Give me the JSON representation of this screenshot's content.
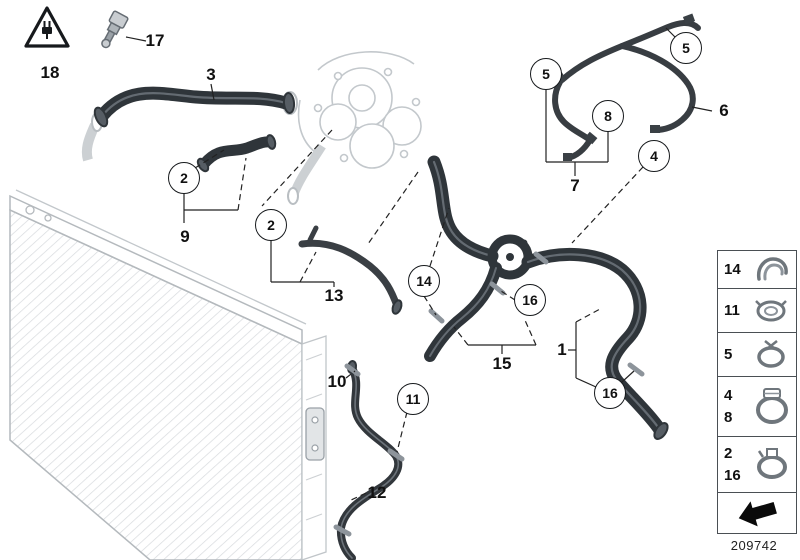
{
  "doc_number": "209742",
  "callouts": {
    "circled": [
      {
        "id": "5-top",
        "label": "5"
      },
      {
        "id": "5-mid",
        "label": "5"
      },
      {
        "id": "8",
        "label": "8"
      },
      {
        "id": "4",
        "label": "4"
      },
      {
        "id": "2-a",
        "label": "2"
      },
      {
        "id": "2-b",
        "label": "2"
      },
      {
        "id": "14",
        "label": "14"
      },
      {
        "id": "16-a",
        "label": "16"
      },
      {
        "id": "11",
        "label": "11"
      },
      {
        "id": "16-b",
        "label": "16"
      }
    ],
    "plain": [
      {
        "id": "18",
        "label": "18"
      },
      {
        "id": "17",
        "label": "17"
      },
      {
        "id": "3",
        "label": "3"
      },
      {
        "id": "9",
        "label": "9"
      },
      {
        "id": "13",
        "label": "13"
      },
      {
        "id": "15",
        "label": "15"
      },
      {
        "id": "10",
        "label": "10"
      },
      {
        "id": "12",
        "label": "12"
      },
      {
        "id": "1",
        "label": "1"
      },
      {
        "id": "7",
        "label": "7"
      },
      {
        "id": "6",
        "label": "6"
      }
    ]
  },
  "legend": {
    "rows": [
      {
        "labels": [
          "14"
        ],
        "icon": "hose-clamp-profile-icon"
      },
      {
        "labels": [
          "11"
        ],
        "icon": "screw-clamp-icon"
      },
      {
        "labels": [
          "5"
        ],
        "icon": "spring-clamp-icon"
      },
      {
        "labels": [
          "4",
          "8"
        ],
        "icon": "worm-drive-clamp-icon"
      },
      {
        "labels": [
          "2",
          "16"
        ],
        "icon": "band-clamp-icon"
      },
      {
        "labels": [],
        "icon": "direction-arrow-icon"
      }
    ]
  },
  "icons": {
    "warning": "warning-triangle-plug-icon",
    "sensor": "temperature-sensor-icon"
  },
  "colors": {
    "hose_dark": "#2f353a",
    "part_gray": "#c3c8cc",
    "callout_border": "#16191c"
  }
}
